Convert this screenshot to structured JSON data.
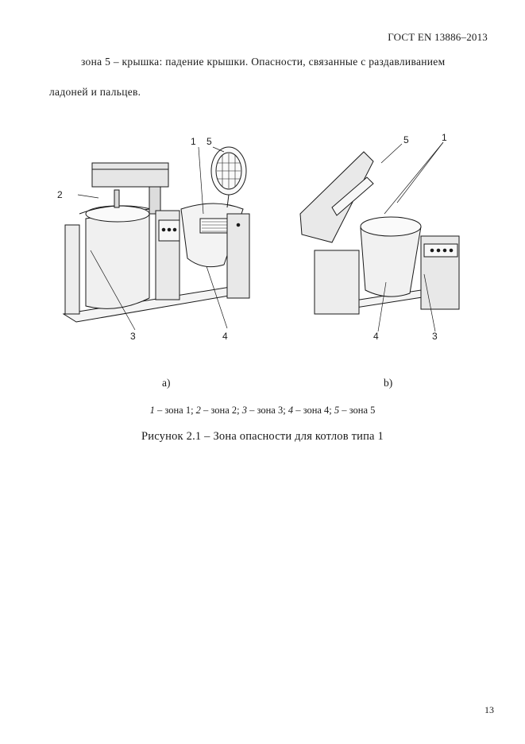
{
  "header": {
    "standard": "ГОСТ EN 13886–2013"
  },
  "body": {
    "paragraph_line1": "зона 5 – крышка: падение крышки. Опасности, связанные с раздавливанием",
    "paragraph_line2": "ладоней и пальцев."
  },
  "figure": {
    "sub_a": "a)",
    "sub_b": "b)",
    "callouts_a": [
      "1",
      "5",
      "2",
      "3",
      "4"
    ],
    "callouts_b": [
      "5",
      "1",
      "4",
      "3"
    ],
    "legend": [
      {
        "num": "1",
        "text": " – зона 1; "
      },
      {
        "num": "2",
        "text": " – зона 2; "
      },
      {
        "num": "3",
        "text": " – зона 3; "
      },
      {
        "num": "4",
        "text": " – зона 4; "
      },
      {
        "num": "5",
        "text": " – зона 5"
      }
    ],
    "caption": "Рисунок 2.1 – Зона опасности для котлов типа 1"
  },
  "footer": {
    "page_number": "13"
  }
}
